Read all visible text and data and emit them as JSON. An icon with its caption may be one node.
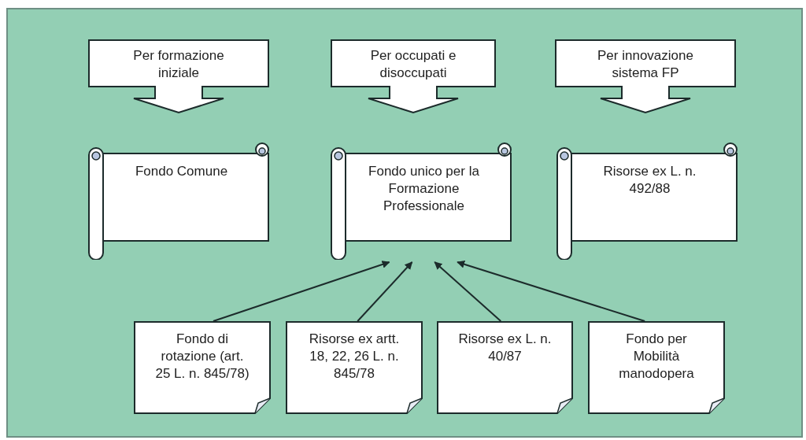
{
  "diagram": {
    "nodes": [
      {
        "text": [
          "Per formazione iniziale"
        ]
      },
      {
        "text": [
          "Per occupati e disoccupati"
        ]
      },
      {
        "text": [
          "Per innovazione sistema FP"
        ]
      },
      {
        "text": [
          "Fondo Comune"
        ]
      },
      {
        "text": [
          "Fondo unico per la Formazione Professionale"
        ]
      },
      {
        "text": [
          "Risorse ex L. n. 492/88"
        ]
      },
      {
        "text": [
          "Fondo di rotazione (art. 25 L. n. 845/78)"
        ]
      },
      {
        "text": [
          "Risorse ex artt. 18, 22, 26 L. n. 845/78"
        ]
      },
      {
        "text": [
          "Risorse ex L. n. 40/87"
        ]
      },
      {
        "text": [
          "Fondo per Mobilità manodopera"
        ]
      }
    ],
    "edges": [
      {
        "from": 6,
        "to": 4,
        "arrow": "to"
      },
      {
        "from": 7,
        "to": 4,
        "arrow": "to"
      },
      {
        "from": 8,
        "to": 4,
        "arrow": "to"
      },
      {
        "from": 9,
        "to": 4,
        "arrow": "to"
      }
    ]
  }
}
